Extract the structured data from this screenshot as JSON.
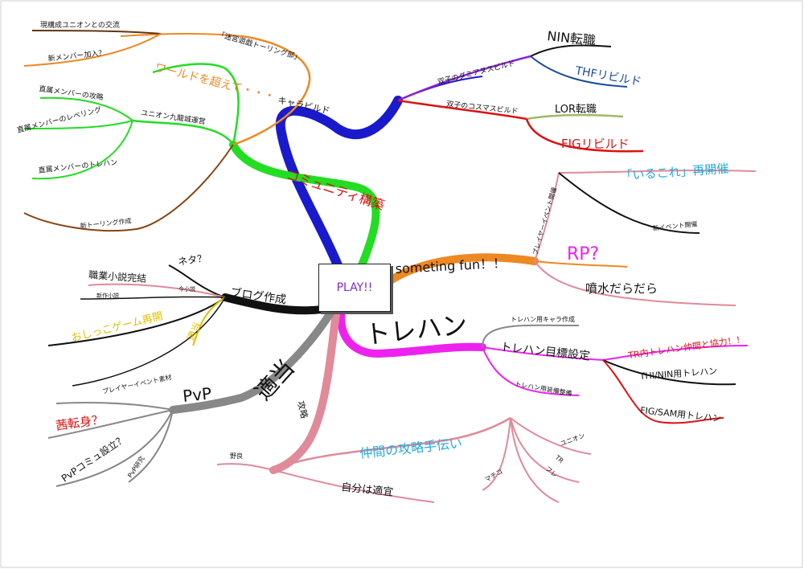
{
  "center": {
    "label": "PLAY!!",
    "color": "#7a2ccc"
  },
  "branches": {
    "chara_build": {
      "label": "キャラビルド",
      "color": "#1a1acc",
      "twin_dami": "双子のダミアヌスビルド",
      "nin": "NIN転職",
      "thf": "THFリビルド",
      "twin_cosmos": "双子のコスマスビルド",
      "lor": "LOR転職",
      "fig": "FIGリビルド"
    },
    "community": {
      "label": "コミュニティ構築",
      "color": "#22dd22",
      "beyond_world": "ワールドを超えて・・・",
      "union": "ユニオン九龍城運営",
      "member_strategy": "直属メンバーの攻略",
      "member_leveling": "直属メンバーのレベリング",
      "member_trehun": "直属メンバーのトレハン",
      "new_touring": "新トーリング作成",
      "touring_dept": "「迷宮遊戯トーリング部」",
      "existing_union": "現構成ユニオンとの交流",
      "new_member": "新メンバー加入？"
    },
    "something_fun": {
      "label": "someting fun！！",
      "player_event": "プレイヤーイベント開催",
      "iru_kore": "「いるこれ」再開催",
      "new_event": "新イベント開催",
      "rp": "RP?",
      "funsui": "噴水だらだら"
    },
    "trehun": {
      "label": "トレハン",
      "color": "#ee22ee",
      "chara_make": "トレハン用キャラ作成",
      "goal": "トレハン目標設定",
      "tr_coop": "TR内トレハン仲間と協力！！",
      "thi_nin": "THI/NIN用トレハン",
      "fig_sam": "FIG/SAM用トレハン",
      "equip": "トレハン用装備整備"
    },
    "strategy": {
      "label": "攻略",
      "help": "仲間の攻略手伝い",
      "union": "ユニオン",
      "tr": "TR",
      "fure": "フレ",
      "macchi": "マチコ",
      "nora": "野良",
      "self": "自分は適宜"
    },
    "tekitou": {
      "label": "適当",
      "pvp": "PvP",
      "akane": "茜転身？",
      "pvp_comm": "PvPコミュ設立？",
      "pvp_study": "PvP研究",
      "player_material": "プレイヤーイベント素材"
    },
    "blog": {
      "label": "ブログ作成",
      "neta": "ネタ？",
      "novel": "職業小説完結",
      "new_novel": "新作小説",
      "kyou_novel": "今小説",
      "oshikko": "おしっこゲーム再開",
      "tekitou2": "適当"
    }
  }
}
